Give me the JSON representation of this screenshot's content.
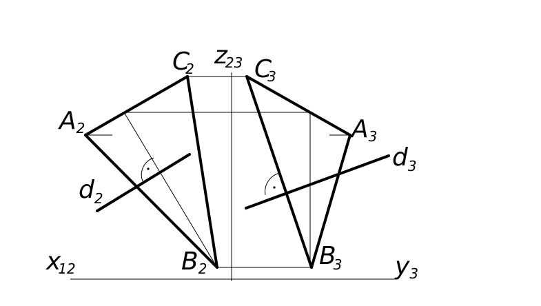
{
  "labels": {
    "A2": {
      "main": "A",
      "sub": "2"
    },
    "B2": {
      "main": "B",
      "sub": "2"
    },
    "C2": {
      "main": "C",
      "sub": "2"
    },
    "d2": {
      "main": "d",
      "sub": "2"
    },
    "A3": {
      "main": "A",
      "sub": "3"
    },
    "B3": {
      "main": "B",
      "sub": "3"
    },
    "C3": {
      "main": "C",
      "sub": "3"
    },
    "d3": {
      "main": "d",
      "sub": "3"
    },
    "x12": {
      "main": "x",
      "sub": "12"
    },
    "y3": {
      "main": "y",
      "sub": "3"
    },
    "z23": {
      "main": "z",
      "sub": "23"
    }
  }
}
